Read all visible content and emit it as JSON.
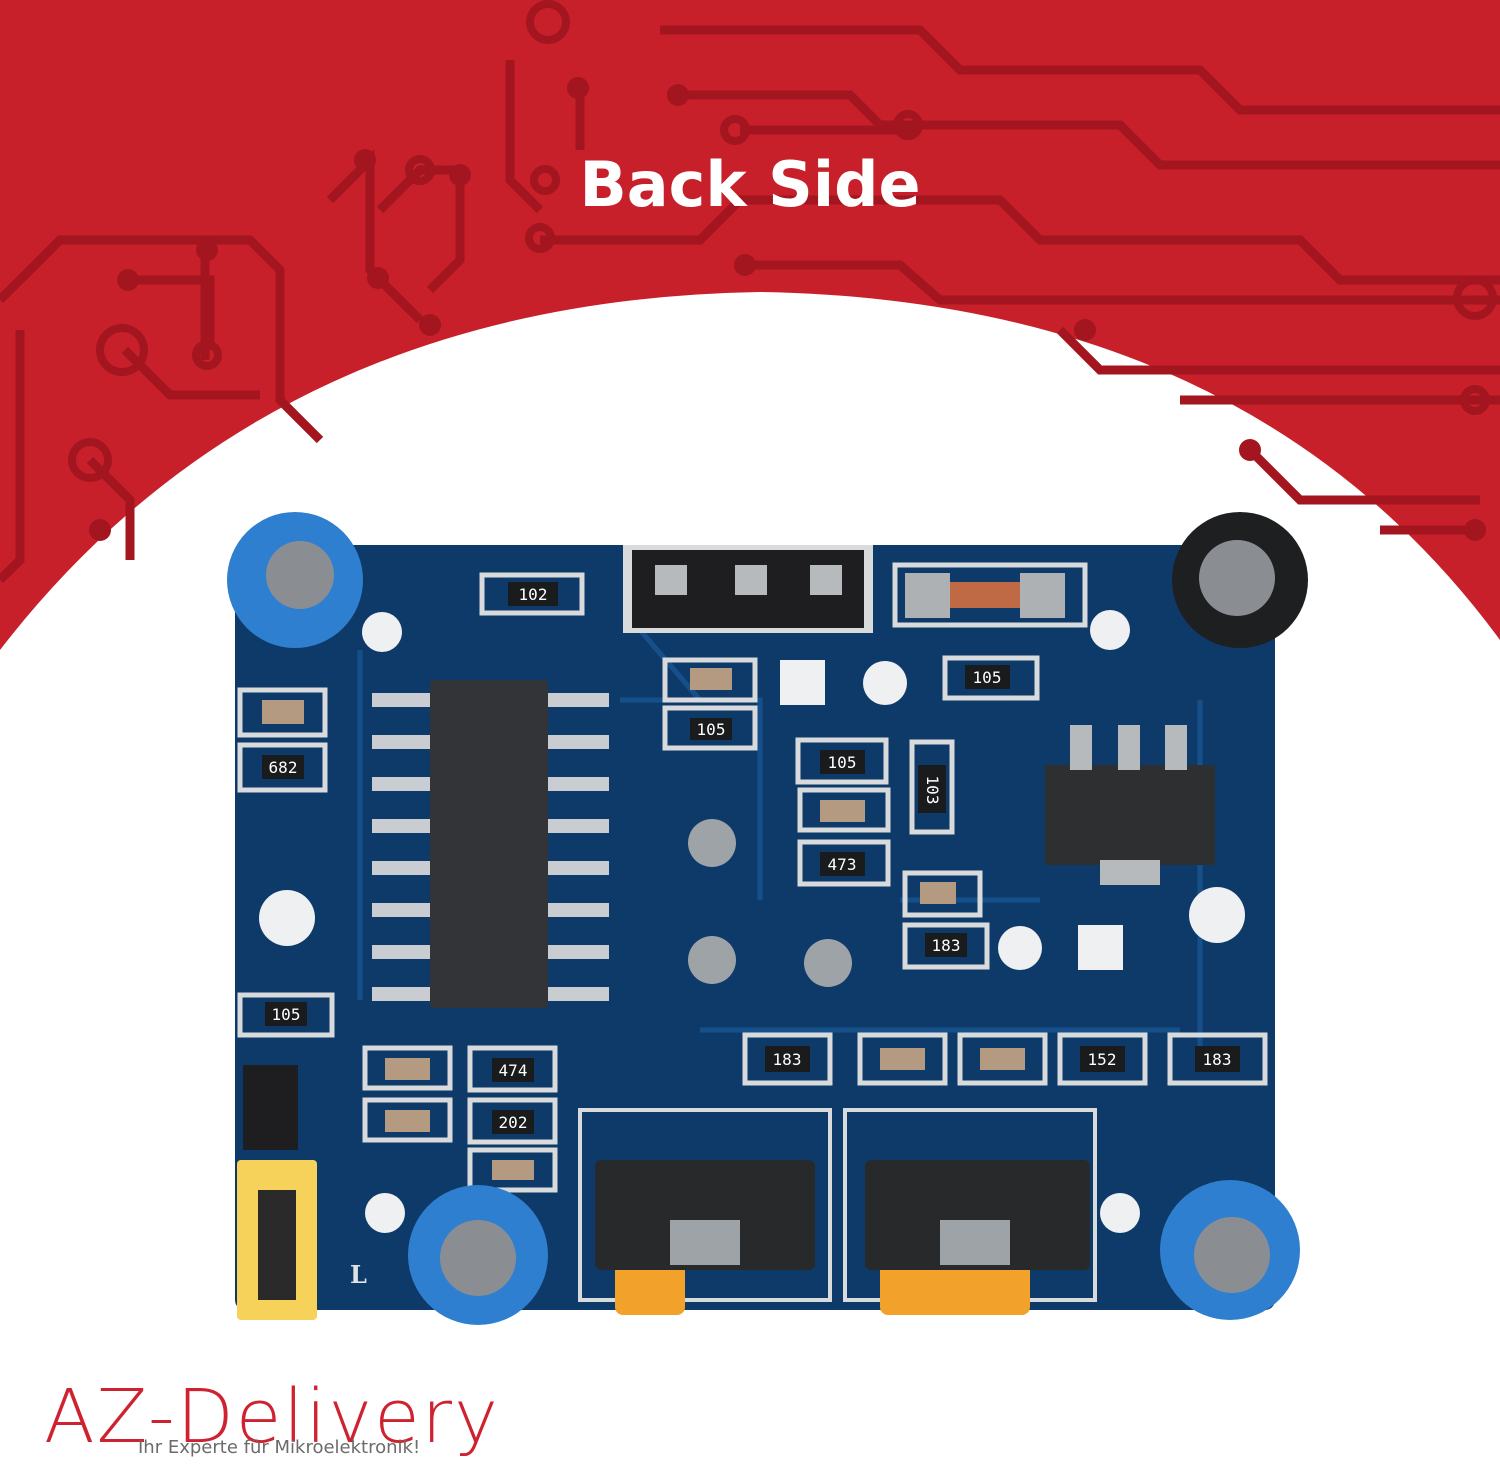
{
  "title": "Back Side",
  "brand": {
    "name": "AZ-Delivery",
    "tagline": "Ihr Experte für Mikroelektronik!"
  },
  "colors": {
    "banner_red": "#c8202a",
    "trace_red": "#a3151f",
    "pcb_blue": "#0e3a6a",
    "logo_red": "#cf2230"
  },
  "pcb": {
    "silkscreen_marking": "L",
    "component_labels": [
      "102",
      "682",
      "105",
      "105",
      "105",
      "103",
      "473",
      "183",
      "105",
      "474",
      "202",
      "183",
      "152",
      "183"
    ]
  }
}
